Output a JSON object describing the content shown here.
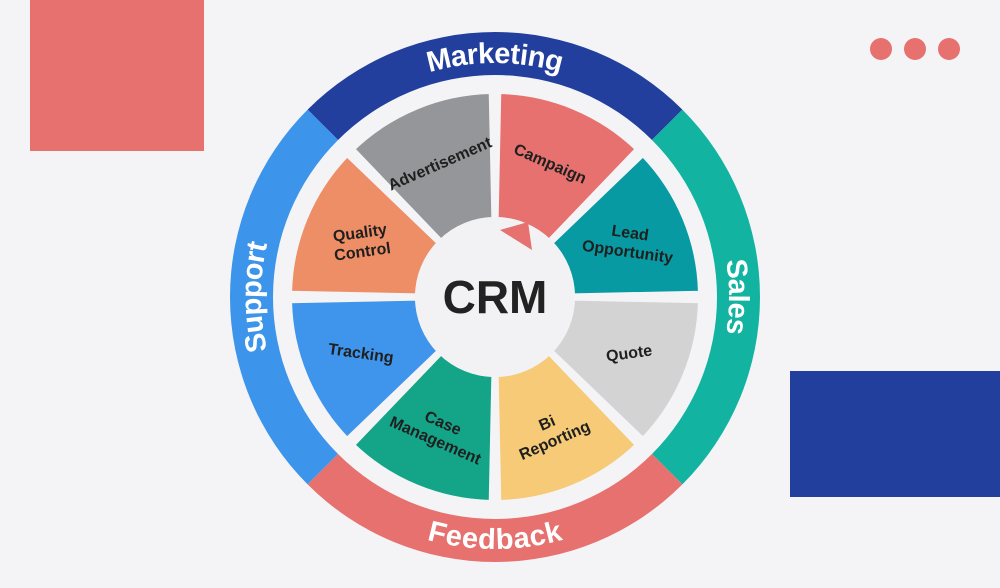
{
  "center_label": "CRM",
  "ring": [
    {
      "label": "Marketing",
      "color": "#233f9e"
    },
    {
      "label": "Sales",
      "color": "#13b3a2"
    },
    {
      "label": "Feedback",
      "color": "#e6716f"
    },
    {
      "label": "Support",
      "color": "#3c95ea"
    }
  ],
  "segments": [
    {
      "label": [
        "Campaign"
      ],
      "color": "#e6716f"
    },
    {
      "label": [
        "Lead",
        "Opportunity"
      ],
      "color": "#079aa2"
    },
    {
      "label": [
        "Quote"
      ],
      "color": "#d3d3d3"
    },
    {
      "label": [
        "Bi",
        "Reporting"
      ],
      "color": "#f6ca76"
    },
    {
      "label": [
        "Case",
        "Management"
      ],
      "color": "#14a589"
    },
    {
      "label": [
        "Tracking"
      ],
      "color": "#3f95ec"
    },
    {
      "label": [
        "Quality",
        "Control"
      ],
      "color": "#ee8e67"
    },
    {
      "label": [
        "Advertisement"
      ],
      "color": "#959699"
    }
  ],
  "colors": {
    "background": "#f4f4f6",
    "hub": "#f2f2f4",
    "pointer": "#e6716f",
    "deco_square": "#e6716f",
    "deco_rect": "#233f9e",
    "dots": "#e6716f"
  }
}
